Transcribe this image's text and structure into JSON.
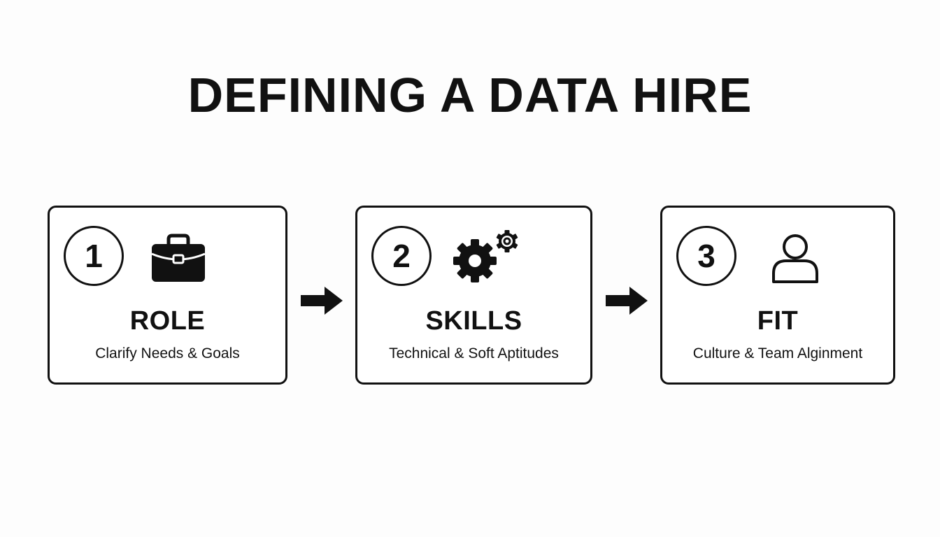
{
  "title": "DEFINING A DATA HIRE",
  "steps": [
    {
      "number": "1",
      "label": "ROLE",
      "description": "Clarify Needs & Goals",
      "icon": "briefcase-icon"
    },
    {
      "number": "2",
      "label": "SKILLS",
      "description": "Technical & Soft Aptitudes",
      "icon": "gears-icon"
    },
    {
      "number": "3",
      "label": "FIT",
      "description": "Culture & Team Alginment",
      "icon": "person-icon"
    }
  ],
  "connectors": [
    "arrow-right-icon",
    "arrow-right-icon"
  ],
  "colors": {
    "ink": "#111111",
    "background": "#fdfdfd",
    "card": "#ffffff"
  }
}
